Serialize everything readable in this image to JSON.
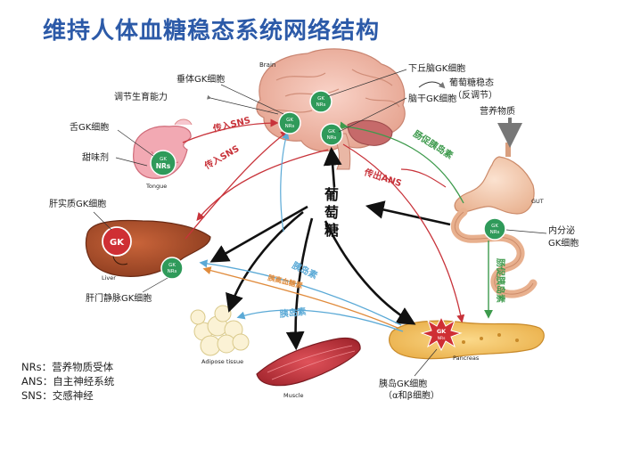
{
  "title": "维持人体血糖稳态系统网络结构",
  "center_label": [
    "葡",
    "萄",
    "糖"
  ],
  "organs": {
    "brain": "Brain",
    "tongue": "Tongue",
    "liver": "Liver",
    "gut": "GUT",
    "adipose": "Adipose tissue",
    "muscle": "Muscle",
    "pancreas": "Pancreas"
  },
  "node_labels": {
    "gk": "GK",
    "nrs": "NRs"
  },
  "labels": {
    "pituitary_gk": "垂体GK细胞",
    "hypothalamus_gk": "下丘脑GK细胞",
    "fertility": "调节生育能力",
    "brainstem_gk": "脑干GK细胞",
    "glucose_homeostasis": "葡萄糖稳态",
    "feedback": "（反调节）",
    "nutrients": "营养物质",
    "tongue_gk": "舌GK细胞",
    "sweetener": "甜味剂",
    "hepatocyte_gk": "肝实质GK细胞",
    "portal_gk": "肝门静脉GK细胞",
    "endocrine_gk_1": "内分泌",
    "endocrine_gk_2": "GK细胞",
    "islet_gk_1": "胰岛GK细胞",
    "islet_gk_2": "（α和β细胞）"
  },
  "arrow_labels": {
    "sns_in_1": "传入SNS",
    "sns_in_2": "传入SNS",
    "ans_out": "传出ANS",
    "incretin": "肠促胰岛素",
    "insulin_1": "胰岛素",
    "glucagon": "胰高血糖素",
    "insulin_2": "胰岛素",
    "incretin_2": "肠促胰岛素"
  },
  "legend": [
    "NRs：营养物质受体",
    "ANS：自主神经系统",
    "SNS：交感神经"
  ],
  "colors": {
    "title": "#2c5aa8",
    "node_green": "#2f9a5a",
    "arrow_red": "#c8333a",
    "arrow_blue": "#5aa9d6",
    "arrow_green": "#3d9a4c",
    "arrow_orange": "#e08b3c"
  }
}
